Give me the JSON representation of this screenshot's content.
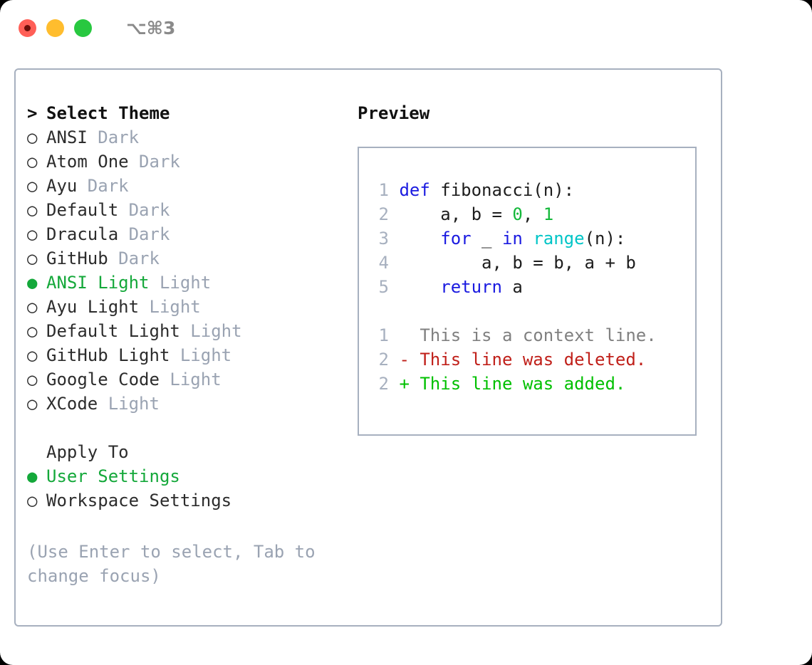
{
  "titlebar": {
    "shortcut": "⌥⌘3",
    "lights": [
      "close-red",
      "minimize-yellow",
      "zoom-green"
    ]
  },
  "theme_panel": {
    "header": "Select Theme",
    "header_prompt": ">",
    "selected_index": 6,
    "bullet_on": "●",
    "bullet_off": "○",
    "items": [
      {
        "name": "ANSI",
        "mode": "Dark",
        "selected": false
      },
      {
        "name": "Atom One",
        "mode": "Dark",
        "selected": false
      },
      {
        "name": "Ayu",
        "mode": "Dark",
        "selected": false
      },
      {
        "name": "Default",
        "mode": "Dark",
        "selected": false
      },
      {
        "name": "Dracula",
        "mode": "Dark",
        "selected": false
      },
      {
        "name": "GitHub",
        "mode": "Dark",
        "selected": false
      },
      {
        "name": "ANSI Light",
        "mode": "Light",
        "selected": true
      },
      {
        "name": "Ayu Light",
        "mode": "Light",
        "selected": false
      },
      {
        "name": "Default Light",
        "mode": "Light",
        "selected": false
      },
      {
        "name": "GitHub Light",
        "mode": "Light",
        "selected": false
      },
      {
        "name": "Google Code",
        "mode": "Light",
        "selected": false
      },
      {
        "name": "XCode",
        "mode": "Light",
        "selected": false
      }
    ]
  },
  "apply_to": {
    "header": "Apply To",
    "items": [
      {
        "name": "User Settings",
        "selected": true
      },
      {
        "name": "Workspace Settings",
        "selected": false
      }
    ]
  },
  "hint": "(Use Enter to select, Tab to change focus)",
  "preview": {
    "title": "Preview",
    "code_lines": [
      {
        "num": "1",
        "tokens": [
          {
            "t": "def",
            "c": "kw"
          },
          {
            "t": " fibonacci(n):",
            "c": ""
          }
        ]
      },
      {
        "num": "2",
        "tokens": [
          {
            "t": "    a, b = ",
            "c": ""
          },
          {
            "t": "0",
            "c": "num"
          },
          {
            "t": ", ",
            "c": ""
          },
          {
            "t": "1",
            "c": "num"
          }
        ]
      },
      {
        "num": "3",
        "tokens": [
          {
            "t": "    ",
            "c": ""
          },
          {
            "t": "for",
            "c": "kw"
          },
          {
            "t": " _ ",
            "c": ""
          },
          {
            "t": "in",
            "c": "kw"
          },
          {
            "t": " ",
            "c": ""
          },
          {
            "t": "range",
            "c": "fn"
          },
          {
            "t": "(n):",
            "c": ""
          }
        ]
      },
      {
        "num": "4",
        "tokens": [
          {
            "t": "        a, b = b, a + b",
            "c": ""
          }
        ]
      },
      {
        "num": "5",
        "tokens": [
          {
            "t": "    ",
            "c": ""
          },
          {
            "t": "return",
            "c": "kw"
          },
          {
            "t": " a",
            "c": ""
          }
        ]
      }
    ],
    "diff_lines": [
      {
        "num": "1",
        "sign": " ",
        "text": "  This is a context line.",
        "kind": "ctx"
      },
      {
        "num": "2",
        "sign": " ",
        "text": "- This line was deleted.",
        "kind": "del"
      },
      {
        "num": "2",
        "sign": " ",
        "text": "+ This line was added.",
        "kind": "add"
      }
    ]
  },
  "colors": {
    "accent_green": "#14a83a",
    "muted": "#9aa3b2",
    "border": "#a7b0bf",
    "keyword": "#1a1ae0",
    "function": "#00c5c7",
    "number": "#14b83a",
    "diff_delete": "#c0201a",
    "diff_add": "#00c000",
    "diff_context": "#808080"
  }
}
